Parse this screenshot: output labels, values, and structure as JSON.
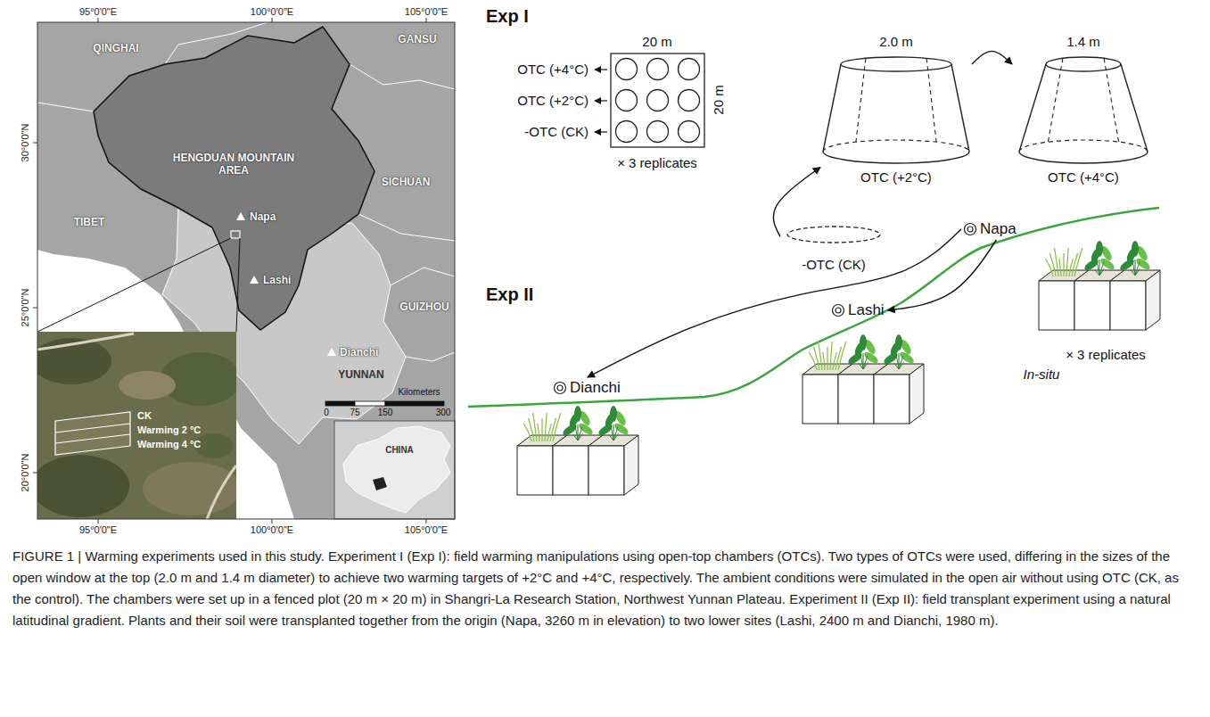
{
  "diagram": {
    "caption": "FIGURE 1 | Warming experiments used in this study. Experiment I (Exp I): field warming manipulations using open-top chambers (OTCs). Two types of OTCs were used, differing in the sizes of the open window at the top (2.0 m and 1.4 m diameter) to achieve two warming targets of +2°C and +4°C, respectively. The ambient conditions were simulated in the open air without using OTC (CK, as the control). The chambers were set up in a fenced plot (20 m × 20 m) in Shangri-La Research Station, Northwest Yunnan Plateau. Experiment II (Exp II): field transplant experiment using a natural latitudinal gradient. Plants and their soil were transplanted together from the origin (Napa, 3260 m in elevation) to two lower sites (Lashi, 2400 m and Dianchi, 1980 m).",
    "nodes": [
      {
        "text": [
          "2.0 m",
          "OTC (+2°C)"
        ]
      },
      {
        "text": [
          "1.4 m",
          "OTC (+4°C)"
        ]
      },
      {
        "text": [
          "-OTC (CK)"
        ]
      },
      {
        "text": [
          "Napa"
        ]
      },
      {
        "text": [
          "Lashi"
        ]
      },
      {
        "text": [
          "Dianchi"
        ]
      }
    ],
    "edges": [
      {
        "from": 2,
        "to": 0,
        "arrow": "to"
      },
      {
        "from": 0,
        "to": 1,
        "arrow": "to"
      },
      {
        "from": 3,
        "to": 4,
        "arrow": "to"
      },
      {
        "from": 3,
        "to": 5,
        "arrow": "to"
      }
    ],
    "labels": [
      "95°0'0\"E",
      "100°0'0\"E",
      "105°0'0\"E",
      "30°0'0\"N",
      "25°0'0\"N",
      "20°0'0\"N",
      "QINGHAI",
      "GANSU",
      "HENGDUAN MOUNTAIN AREA",
      "TIBET",
      "SICHUAN",
      "Napa",
      "GUIZHOU",
      "Lashi",
      "YUNNAN",
      "Dianchi",
      "Kilometers",
      "0",
      "75",
      "150",
      "300",
      "CK",
      "Warming 2 °C",
      "Warming 4 °C",
      "CHINA",
      "95°0'0\"E",
      "100°0'0\"E",
      "105°0'0\"E",
      "Exp I",
      "20 m",
      "OTC (+4°C)",
      "OTC (+2°C)",
      "-OTC (CK)",
      "20 m",
      "× 3 replicates",
      "Exp II",
      "× 3 replicates",
      "In-situ"
    ]
  }
}
